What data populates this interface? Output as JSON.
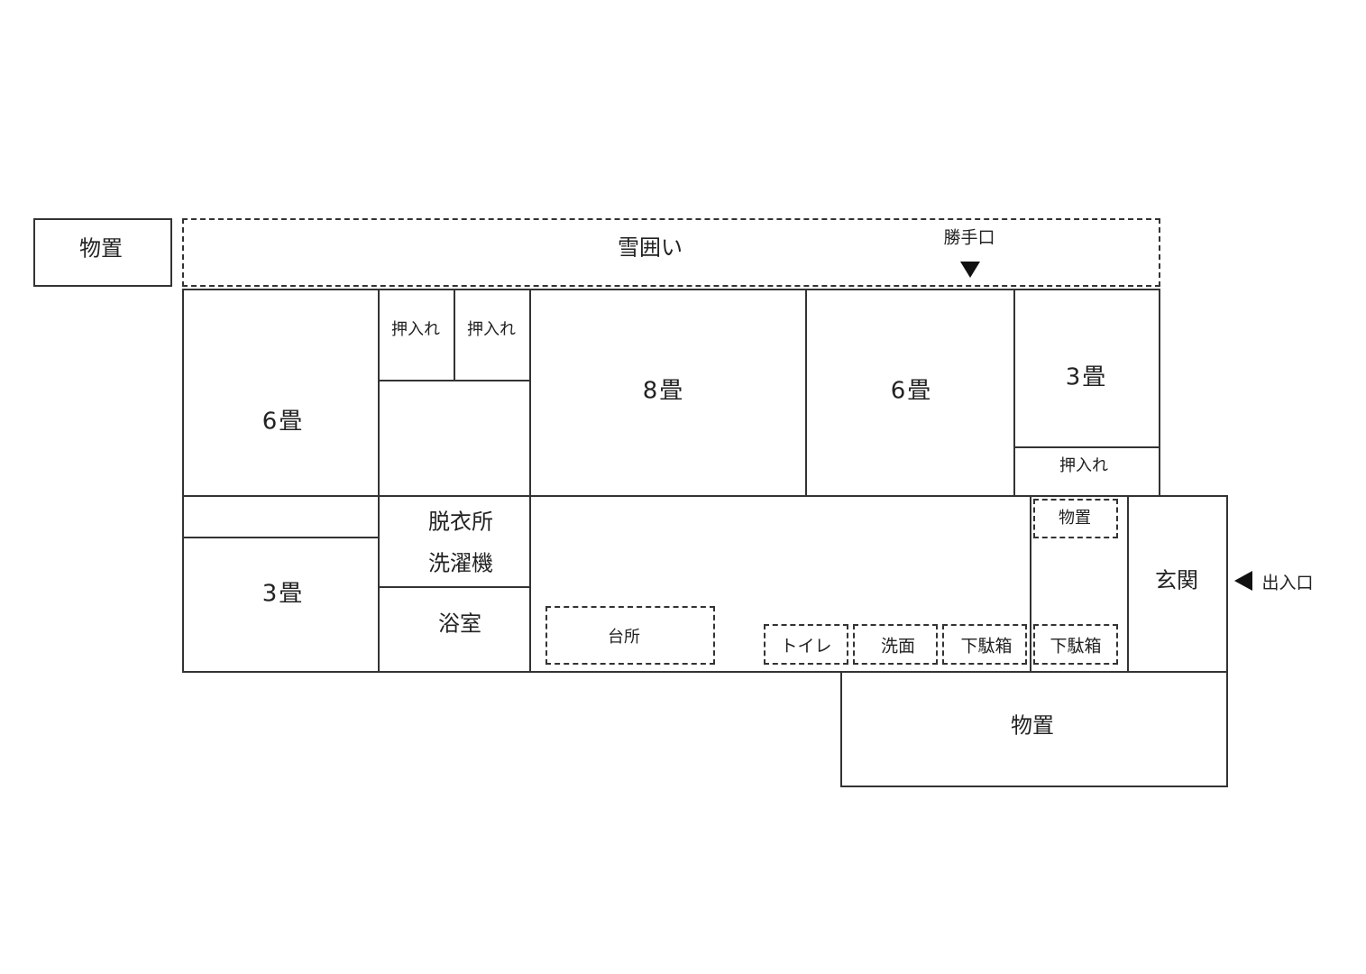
{
  "rooms": {
    "shed_top_left": "物置",
    "snow_fence": "雪囲い",
    "back_door": "勝手口",
    "west_room_6": "6畳",
    "closet_a": "押入れ",
    "closet_b": "押入れ",
    "room_8": "8畳",
    "room_6": "6畳",
    "east_room_3": "3畳",
    "east_closet": "押入れ",
    "west_room_3": "3畳",
    "changing_room": "脱衣所",
    "washing_machine": "洗濯機",
    "bathroom": "浴室",
    "kitchen": "台所",
    "toilet": "トイレ",
    "washbasin": "洗面",
    "shoe_box_1": "下駄箱",
    "shoe_box_2": "下駄箱",
    "storage_small": "物置",
    "entrance": "玄関",
    "entry_exit": "出入口",
    "shed_bottom": "物置"
  }
}
